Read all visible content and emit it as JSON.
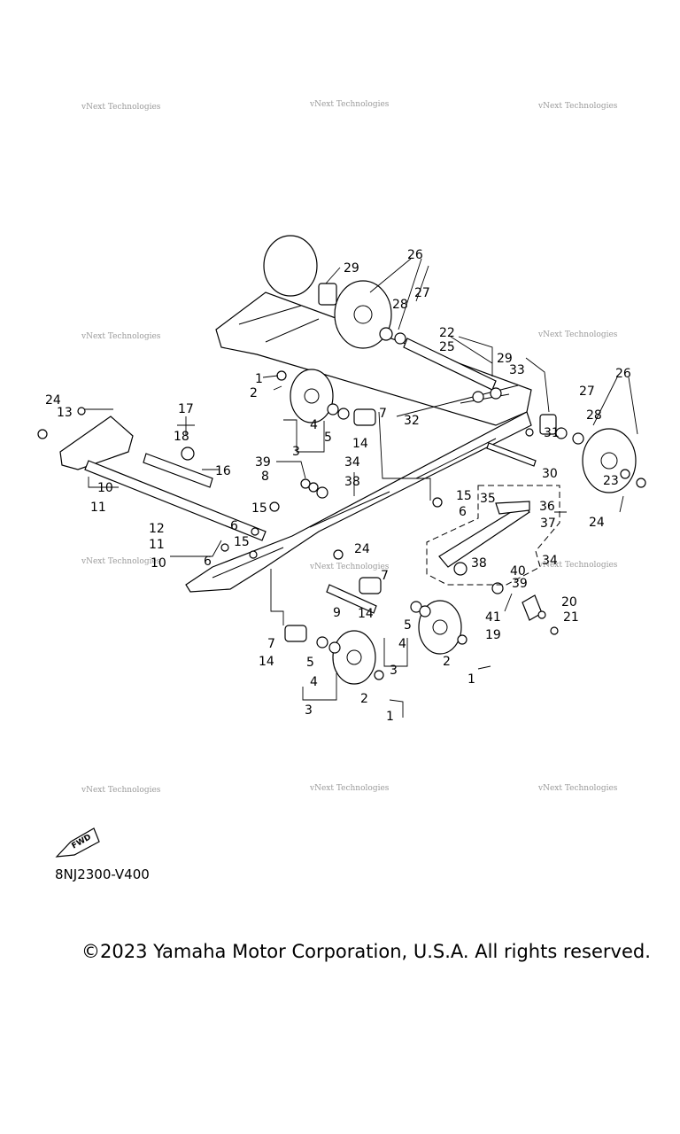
{
  "callouts": [
    "1",
    "2",
    "3",
    "4",
    "5",
    "6",
    "7",
    "8",
    "9",
    "10",
    "11",
    "12",
    "13",
    "14",
    "15",
    "16",
    "17",
    "18",
    "19",
    "20",
    "21",
    "22",
    "23",
    "24",
    "25",
    "26",
    "27",
    "28",
    "29",
    "30",
    "31",
    "32",
    "33",
    "34",
    "35",
    "36",
    "37",
    "38",
    "39",
    "40",
    "41"
  ],
  "watermark_text": "vNext Technologies",
  "fwd_label": "FWD",
  "diagram_code": "8NJ2300-V400",
  "copyright": "©2023 Yamaha Motor Corporation, U.S.A. All rights reserved."
}
